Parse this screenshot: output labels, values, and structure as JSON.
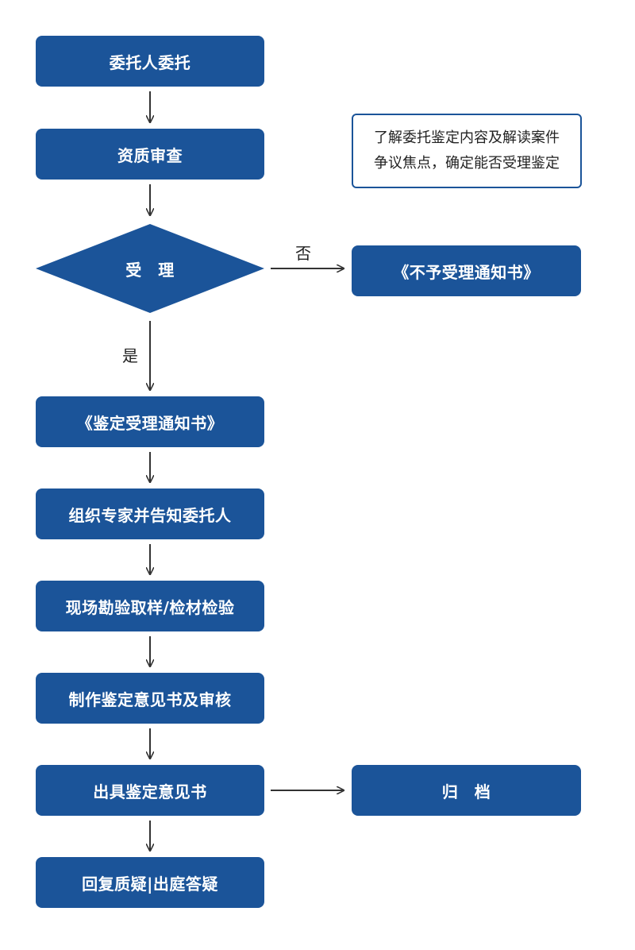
{
  "colors": {
    "box_fill": "#1b5499",
    "box_text": "#ffffff",
    "arrow": "#333333",
    "note_border": "#1b5499"
  },
  "steps": {
    "entrust": "委托人委托",
    "qualification_review": "资质审查",
    "accept": "受　理",
    "acceptance_notice": "《鉴定受理通知书》",
    "organize_experts": "组织专家并告知委托人",
    "site_inspection": "现场勘验取样/检材检验",
    "prepare_opinion": "制作鉴定意见书及审核",
    "issue_opinion": "出具鉴定意见书",
    "reply_queries": "回复质疑|出庭答疑"
  },
  "side": {
    "rejection_notice": "《不予受理通知书》",
    "archive": "归　档",
    "note_line1": "了解委托鉴定内容及解读案件",
    "note_line2": "争议焦点，确定能否受理鉴定"
  },
  "branch_labels": {
    "no": "否",
    "yes": "是"
  }
}
